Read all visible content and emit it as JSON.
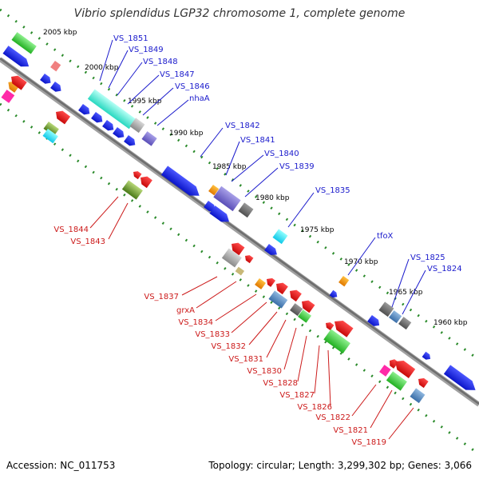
{
  "header": {
    "title": "Vibrio splendidus LGP32 chromosome 1, complete genome"
  },
  "footer": {
    "accession": "Accession: NC_011753",
    "summary": "Topology: circular; Length: 3,299,302 bp; Genes: 3,066"
  },
  "ruler": {
    "ticks": [
      "2005 kbp",
      "2000 kbp",
      "1995 kbp",
      "1990 kbp",
      "1985 kbp",
      "1980 kbp",
      "1975 kbp",
      "1970 kbp",
      "1965 kbp",
      "1960 kbp"
    ]
  },
  "genes_top": [
    "VS_1851",
    "VS_1849",
    "VS_1848",
    "VS_1847",
    "VS_1846",
    "nhaA",
    "VS_1842",
    "VS_1841",
    "VS_1840",
    "VS_1839",
    "VS_1835",
    "tfoX",
    "VS_1825",
    "VS_1824"
  ],
  "genes_bottom": [
    "VS_1844",
    "VS_1843",
    "VS_1837",
    "grxA",
    "VS_1834",
    "VS_1833",
    "VS_1832",
    "VS_1831",
    "VS_1830",
    "VS_1828",
    "VS_1827",
    "VS_1826",
    "VS_1822",
    "VS_1821",
    "VS_1819"
  ],
  "colors": {
    "forward": "#0a14e6",
    "reverse": "#e60a0a",
    "label_top": "#1a1acc",
    "label_bottom": "#cc1a1a",
    "backbone": "#888888",
    "guide_dots": "#2a8a2a"
  }
}
